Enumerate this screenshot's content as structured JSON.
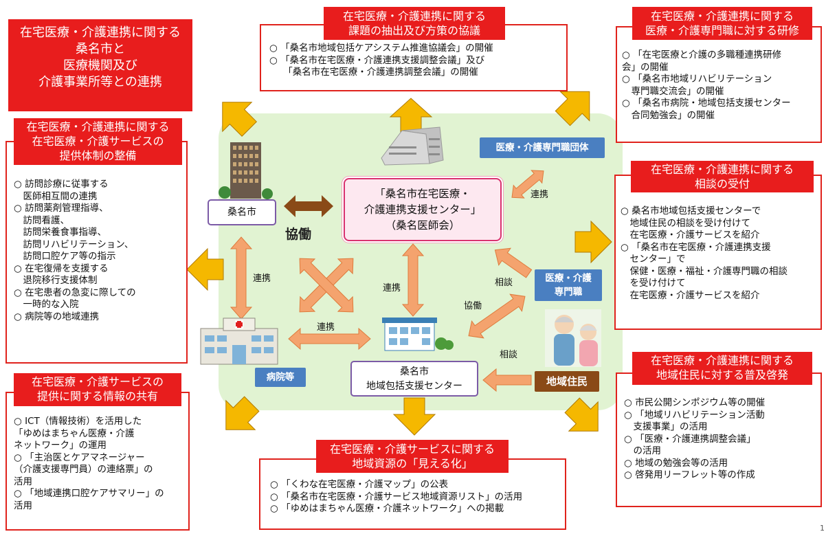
{
  "panels": {
    "top_left": {
      "header": "在宅医療・介護連携に関する\n桑名市と\n医療機関及び\n介護事業所等との連携"
    },
    "top_center": {
      "header": "在宅医療・介護連携に関する\n課題の抽出及び方策の協議",
      "items": "○ 「桑名市地域包括ケアシステム推進協議会」の開催\n○ 「桑名市在宅医療・介護連携支援調整会議」及び\n　　「桑名市在宅医療・介護連携調整会議」の開催"
    },
    "top_right": {
      "header": "在宅医療・介護連携に関する\n医療・介護専門職に対する研修",
      "items": "○ 「在宅医療と介護の多職種連携研修\n会」の開催\n○ 「桑名市地域リハビリテーション\n　専門職交流会」の開催\n○ 「桑名市病院・地域包括支援センター\n　合同勉強会」の開催"
    },
    "left_middle": {
      "header": "在宅医療・介護連携に関する\n在宅医療・介護サービスの\n提供体制の整備",
      "items": "○ 訪問診療に従事する\n　医師相互間の連携\n○ 訪問薬剤管理指導、\n　訪問看護、\n　訪問栄養食事指導、\n　訪問リハビリテーション、\n　訪問口腔ケア等の指示\n○ 在宅復帰を支援する\n　退院移行支援体制\n○ 在宅患者の急変に際しての\n　一時的な入院\n○ 病院等の地域連携"
    },
    "right_middle": {
      "header": "在宅医療・介護連携に関する\n相談の受付",
      "items": "○ 桑名市地域包括支援センターで\n　地域住民の相談を受け付けて\n　在宅医療・介護サービスを紹介\n○ 「桑名市在宅医療・介護連携支援\n　センター」で\n　保健・医療・福祉・介護専門職の相談\n　を受け付けて\n　在宅医療・介護サービスを紹介"
    },
    "bottom_left": {
      "header": "在宅医療・介護サービスの\n提供に関する情報の共有",
      "items": "○ ICT（情報技術）を活用した\n「ゆめはまちゃん医療・介護\nネットワーク」の運用\n○ 「主治医とケアマネージャー\n（介護支援専門員）の連絡票」の\n活用\n○ 「地域連携口腔ケアサマリー」の\n活用"
    },
    "bottom_center": {
      "header": "在宅医療・介護サービスに関する\n地域資源の「見える化」",
      "items": "○ 「くわな在宅医療・介護マップ」の公表\n○ 「桑名市在宅医療・介護サービス地域資源リスト」の活用\n○ 「ゆめはまちゃん医療・介護ネットワーク」への掲載"
    },
    "bottom_right": {
      "header": "在宅医療・介護連携に関する\n地域住民に対する普及啓発",
      "items": "○ 市民公開シンポジウム等の開催\n○ 「地域リハビリテーション活動\n　支援事業」の活用\n○ 「医療・介護連携調整会議」\n　の活用\n○ 地域の勉強会等の活用\n○ 啓発用リーフレット等の作成"
    }
  },
  "hub": "「桑名市在宅医療・\n介護連携支援センター」\n（桑名医師会）",
  "nodes": {
    "city": "桑名市",
    "hospital": "病院等",
    "center": "桑名市\n地域包括支援センター",
    "medical_groups": "医療・介護専門職団体",
    "professionals": "医療・介護\n専門職",
    "residents": "地域住民"
  },
  "relations": {
    "kyodo_big": "協働",
    "renkei_city_hospital": "連携",
    "renkei_groups": "連携",
    "renkei_cross": "連携",
    "renkei_hub_center": "連携",
    "sodan_hub": "相談",
    "kyodo_small": "協働",
    "sodan_center": "相談"
  },
  "page_number": "1",
  "colors": {
    "panel_red": "#e81d1d",
    "arrow_yellow": "#f5b800",
    "arrow_orange": "#f4a36e",
    "center_bg": "#e1f3d2",
    "hub_pink": "#fde8f0"
  }
}
